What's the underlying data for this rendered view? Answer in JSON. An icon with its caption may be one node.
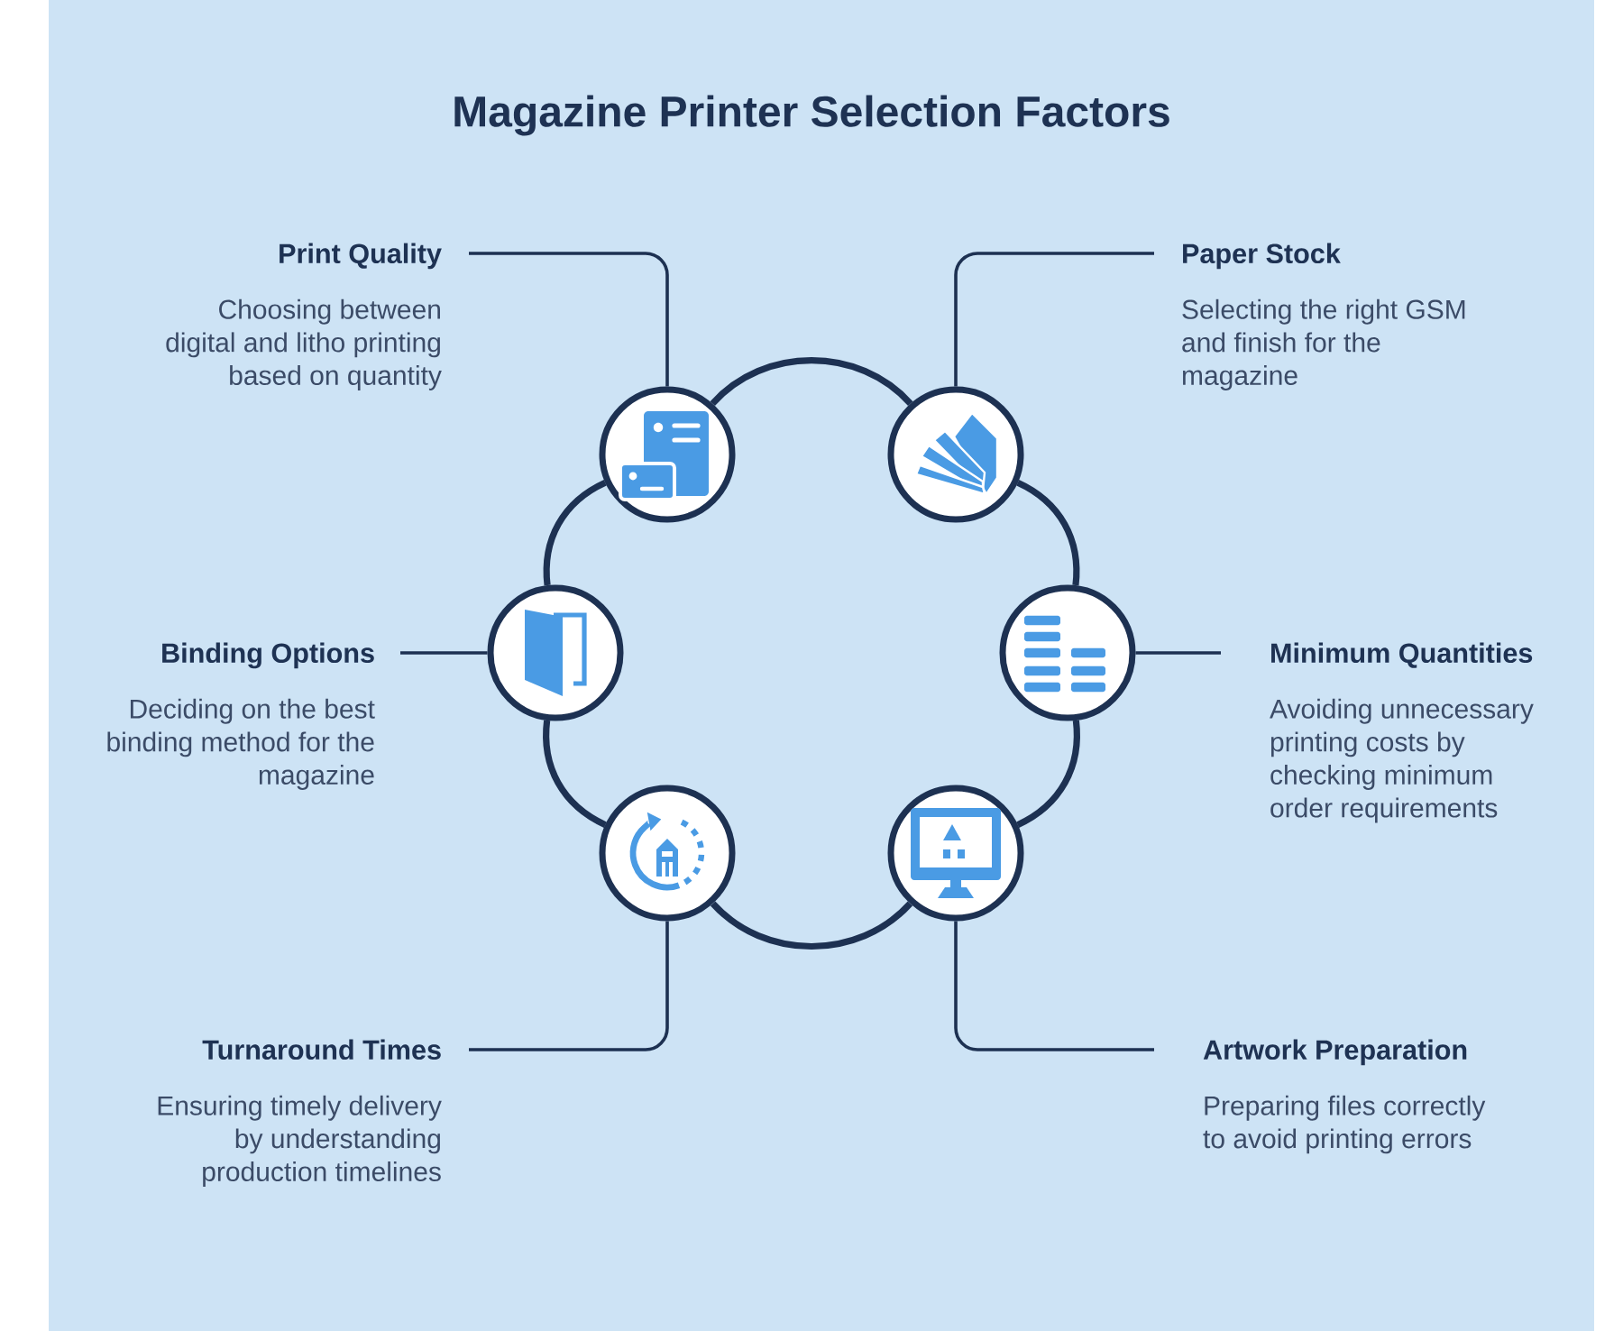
{
  "diagram": {
    "title": "Magazine Printer Selection Factors",
    "nodes": [
      {
        "text": [
          "Print Quality",
          "Choosing between digital and litho printing based on quantity"
        ]
      },
      {
        "text": [
          "Paper Stock",
          "Selecting the right GSM and finish for the magazine"
        ]
      },
      {
        "text": [],
        "shape": "circle"
      },
      {
        "text": [],
        "shape": "circle"
      },
      {
        "text": [
          "Binding Options",
          "Deciding on the best binding method for the magazine"
        ]
      },
      {
        "text": [],
        "shape": "circle"
      },
      {
        "text": [],
        "shape": "circle"
      },
      {
        "text": [
          "Minimum Quantities",
          "Avoiding unnecessary printing costs by checking minimum order requirements"
        ]
      },
      {
        "text": [],
        "shape": "circle"
      },
      {
        "text": [],
        "shape": "circle"
      },
      {
        "text": [
          "Turnaround Times",
          "Ensuring timely delivery by understanding production timelines"
        ]
      },
      {
        "text": [
          "Artwork Preparation",
          "Preparing files correctly to avoid printing errors"
        ]
      }
    ],
    "edges": [
      {
        "from": 0,
        "to": 2,
        "arrow": "none"
      },
      {
        "from": 1,
        "to": 3,
        "arrow": "none"
      },
      {
        "from": 4,
        "to": 5,
        "arrow": "none"
      },
      {
        "from": 7,
        "to": 6,
        "arrow": "none"
      },
      {
        "from": 10,
        "to": 8,
        "arrow": "none"
      },
      {
        "from": 11,
        "to": 9,
        "arrow": "none"
      },
      {
        "from": 2,
        "to": 3,
        "arrow": "none",
        "style": "thick"
      },
      {
        "from": 3,
        "to": 6,
        "arrow": "none",
        "style": "thick"
      },
      {
        "from": 6,
        "to": 9,
        "arrow": "none",
        "style": "thick"
      },
      {
        "from": 9,
        "to": 8,
        "arrow": "none",
        "style": "thick"
      },
      {
        "from": 8,
        "to": 5,
        "arrow": "none",
        "style": "thick"
      },
      {
        "from": 5,
        "to": 2,
        "arrow": "none",
        "style": "thick"
      }
    ]
  }
}
